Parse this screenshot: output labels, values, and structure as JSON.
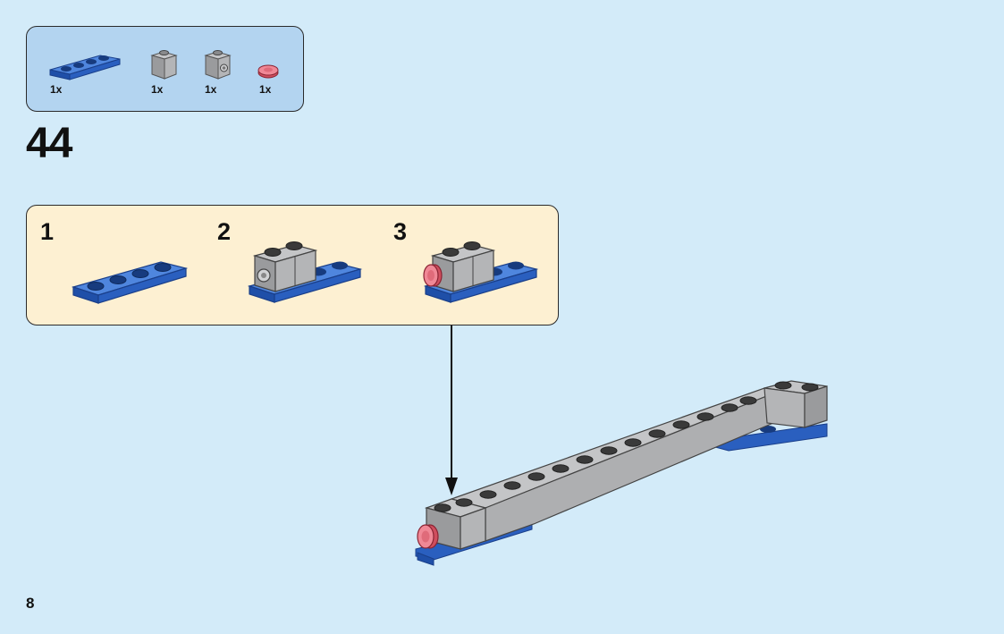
{
  "parts_list": [
    {
      "name": "blue-plate-1x4",
      "qty": "1x",
      "color": "#2f68c9"
    },
    {
      "name": "gray-brick-1x1",
      "qty": "1x",
      "color": "#a8a9ab"
    },
    {
      "name": "gray-brick-1x1-with-clip",
      "qty": "1x",
      "color": "#a8a9ab"
    },
    {
      "name": "trans-red-round-tile",
      "qty": "1x",
      "color": "#e8707e"
    }
  ],
  "step": {
    "number": "44"
  },
  "substeps": [
    {
      "label": "1"
    },
    {
      "label": "2"
    },
    {
      "label": "3"
    }
  ],
  "page": {
    "number": "8"
  },
  "colors": {
    "background": "#d3ebf9",
    "parts_box": "#b3d4f0",
    "substep_box": "#fdf0d2",
    "lego_blue": "#2f68c9",
    "lego_gray": "#a8a9ab",
    "lego_trans_red": "#e8707e"
  }
}
